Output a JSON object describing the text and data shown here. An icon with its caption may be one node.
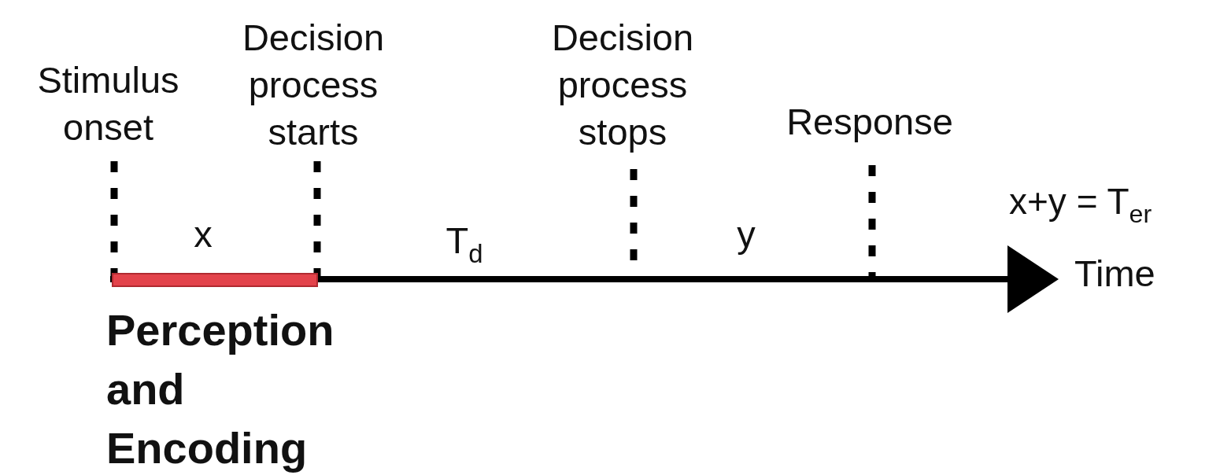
{
  "diagram": {
    "nodes": [
      {
        "text": [],
        "shape": "bar"
      }
    ],
    "labels": [
      "Stimulus onset",
      "Decision process starts",
      "Decision process stops",
      "Response",
      "x+y = T$_{er}$",
      "x",
      "T$_{d}$",
      "y",
      "Time",
      "Perception and Encoding"
    ]
  }
}
